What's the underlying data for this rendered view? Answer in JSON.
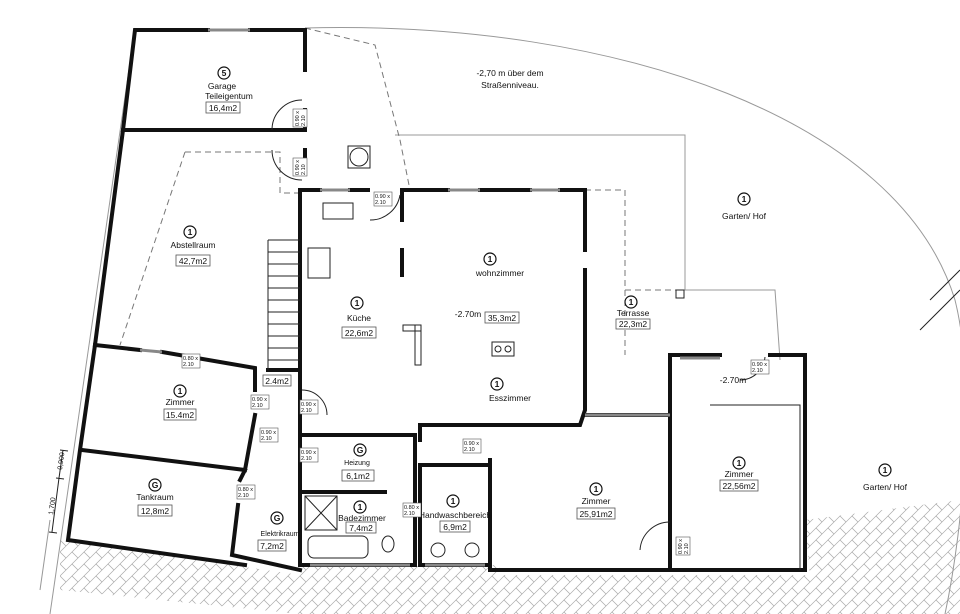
{
  "plan": {
    "level_note": [
      "-2,70 m über dem",
      "Straßenniveau."
    ],
    "rooms": {
      "garage": {
        "num": "5",
        "name": [
          "Garage",
          "Teileigentum"
        ],
        "area": "16,4m2"
      },
      "abstellraum": {
        "num": "1",
        "name": "Abstellraum",
        "area": "42,7m2"
      },
      "kueche": {
        "num": "1",
        "name": "Küche",
        "area": "22,6m2"
      },
      "wohnzimmer": {
        "num": "1",
        "name": "wohnzimmer",
        "level": "-2.70m",
        "area": "35,3m2"
      },
      "esszimmer": {
        "num": "1",
        "name": "Esszimmer"
      },
      "terrasse": {
        "num": "1",
        "name": "Terrasse",
        "area": "22,3m2"
      },
      "garten_top": {
        "num": "1",
        "name": "Garten/ Hof"
      },
      "garten_right": {
        "num": "1",
        "name": "Garten/ Hof"
      },
      "zimmer_right": {
        "num": "1",
        "name": "Zimmer",
        "level": "-2.70m",
        "area": "22,56m2"
      },
      "zimmer_mid": {
        "num": "1",
        "name": "Zimmer",
        "area": "25,91m2"
      },
      "zimmer_left": {
        "num": "1",
        "name": "Zimmer",
        "area": "15.4m2"
      },
      "flur": {
        "area": "2.4m2"
      },
      "tankraum": {
        "num": "G",
        "name": "Tankraum",
        "area": "12,8m2"
      },
      "elektrikraum": {
        "num": "G",
        "name": "Elektrikraum",
        "area": "7,2m2"
      },
      "heizung": {
        "num": "G",
        "name": "Heizung",
        "area": "6,1m2"
      },
      "badezimmer": {
        "num": "1",
        "name": "Badezimmer",
        "area": "7,4m2"
      },
      "handwasch": {
        "num": "1",
        "name": "Handwaschbereich",
        "area": "6,9m2"
      }
    },
    "doors": [
      {
        "w": "0.90 x",
        "h": "2.10"
      },
      {
        "w": "0.90 x",
        "h": "2.10"
      },
      {
        "w": "0.90 x",
        "h": "2.10"
      },
      {
        "w": "0.80 x",
        "h": "2.10"
      },
      {
        "w": "0.90 x",
        "h": "2.10"
      },
      {
        "w": "0.90 x",
        "h": "2.10"
      },
      {
        "w": "0.90 x",
        "h": "2.10"
      },
      {
        "w": "0.90 x",
        "h": "2.10"
      },
      {
        "w": "0.80 x",
        "h": "2.10"
      },
      {
        "w": "0.80 x",
        "h": "2.10"
      },
      {
        "w": "0.90 x",
        "h": "2.10"
      },
      {
        "w": "0.90 x",
        "h": "2.10"
      },
      {
        "w": "0.90 x",
        "h": "2.10"
      }
    ],
    "dimensions": [
      "0,900",
      "1,700"
    ]
  }
}
